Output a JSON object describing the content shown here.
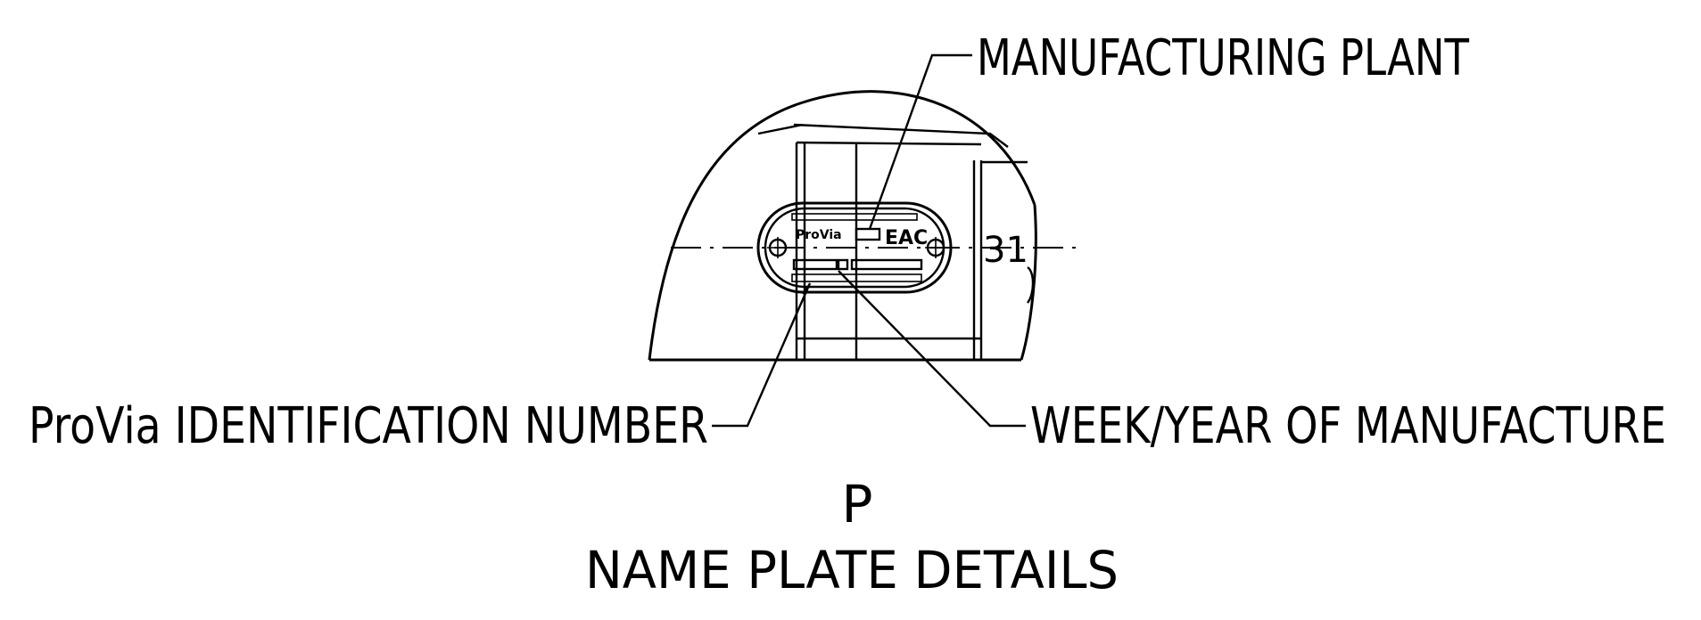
{
  "callouts": {
    "manufacturing_plant": "MANUFACTURING PLANT",
    "identification_number": "ProVia IDENTIFICATION NUMBER",
    "week_year": "WEEK/YEAR OF MANUFACTURE"
  },
  "plate": {
    "brand_mark": "ProVia",
    "certification_mark": "EAC",
    "number": "31"
  },
  "view": {
    "letter": "P",
    "title": "NAME PLATE DETAILS"
  }
}
